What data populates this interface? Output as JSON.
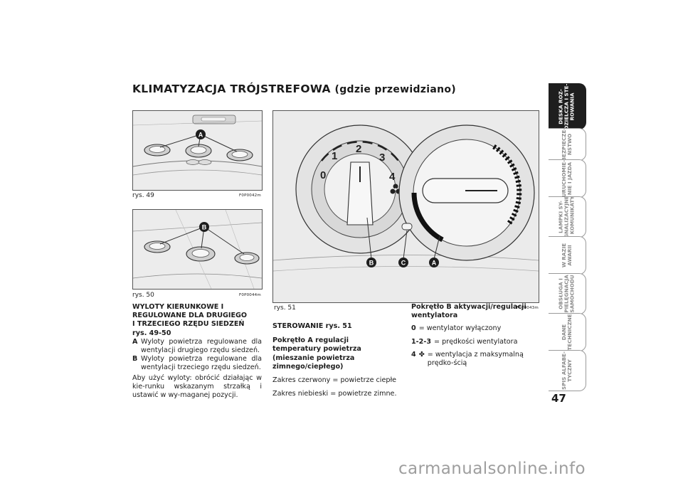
{
  "title": {
    "main": "KLIMATYZACJA TRÓJSTREFOWA",
    "sub": "(gdzie przewidziano)"
  },
  "figures": {
    "fig49": {
      "caption": "rys. 49",
      "code": "F0P0042m",
      "callout": "A"
    },
    "fig50": {
      "caption": "rys. 50",
      "code": "F0P0044m",
      "callout": "B"
    },
    "fig51": {
      "caption": "rys. 51",
      "code": "F0P0043m",
      "callouts": [
        "B",
        "C",
        "A"
      ],
      "dial_numbers": [
        "0",
        "1",
        "2",
        "3",
        "4"
      ]
    }
  },
  "col1": {
    "heading": [
      "WYLOTY KIERUNKOWE I",
      "REGULOWANE DLA DRUGIEGO",
      "I TRZECIEGO RZĘDU SIEDZEŃ",
      "rys. 49-50"
    ],
    "items": [
      {
        "key": "A",
        "text": "Wyloty powietrza regulowane dla wentylacji drugiego rzędu siedzeń."
      },
      {
        "key": "B",
        "text": "Wyloty powietrza regulowane dla wentylacji trzeciego rzędu siedzeń."
      }
    ],
    "para": "Aby użyć wyloty: obrócić działając w kie-runku wskazanym strzałką i ustawić w wy-maganej pozycji."
  },
  "col2": {
    "heading": "STEROWANIE rys. 51",
    "subheading": "Pokrętło A regulacji temperatury powietrza (mieszanie powietrza zimnego/ciepłego)",
    "lines": [
      "Zakres czerwony = powietrze ciepłe",
      "Zakres niebieski = powietrze zimne."
    ]
  },
  "col3": {
    "heading": "Pokrętło B aktywacji/regulacji wentylatora",
    "legend": [
      {
        "key": "0",
        "text": "= wentylator wyłączony"
      },
      {
        "key": "1-2-3",
        "text": "= prędkości wentylatora"
      },
      {
        "key": "4",
        "text": "= wentylacja z maksymalną prędko-ścią"
      }
    ]
  },
  "tabs": [
    "DESKA ROZ-\nDZIELCZA I STE-\nROWANIA",
    "BEZPIECZE-\nŃSTWO",
    "URUCHOMIE-\nNIE I JAZDA",
    "LAMPKI SY-\nGNALIZACYJNE\nI KOMUNIKATY",
    "W RAZIE\nAWARII",
    "OBSŁUGA I\nPIELĘGNACJA\nSAMOCHODU",
    "DANE\nTECHNICZNE",
    "SPIS ALFABE-\nTYCZNY"
  ],
  "page_number": "47",
  "watermark": "carmanualsonline.info"
}
